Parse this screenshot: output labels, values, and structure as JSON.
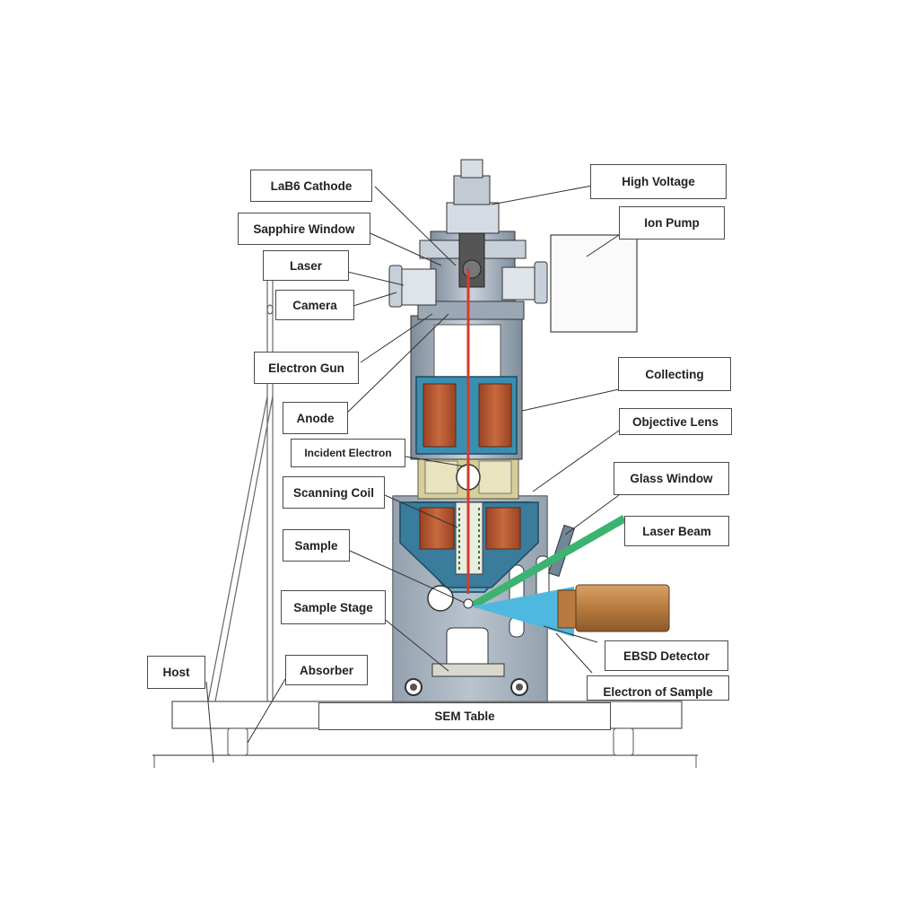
{
  "labels": {
    "lab6_cathode": "LaB6 Cathode",
    "sapphire_window": "Sapphire Window",
    "laser": "Laser",
    "camera": "Camera",
    "electron_gun": "Electron Gun",
    "anode": "Anode",
    "incident_electron": "Incident Electron",
    "scanning_coil": "Scanning Coil",
    "sample": "Sample",
    "sample_stage": "Sample Stage",
    "host": "Host",
    "absorber": "Absorber",
    "high_voltage": "High Voltage",
    "ion_pump": "Ion Pump",
    "collecting": "Collecting",
    "objective_lens": "Objective Lens",
    "glass_window": "Glass Window",
    "laser_beam": "Laser Beam",
    "ebsd_detector": "EBSD Detector",
    "electron_of_sample": "Electron of Sample",
    "sem_table": "SEM Table"
  },
  "colors": {
    "body": "#9aa8b6",
    "body_light": "#c7d0da",
    "coil": "#b5562f",
    "lens_blue": "#3a8fb0",
    "beam": "#d93a2b",
    "laser_green": "#3cb371",
    "electron_blue": "#4fb8e0",
    "detector": "#c98a4b",
    "stage_yellow": "#d8d09a"
  }
}
